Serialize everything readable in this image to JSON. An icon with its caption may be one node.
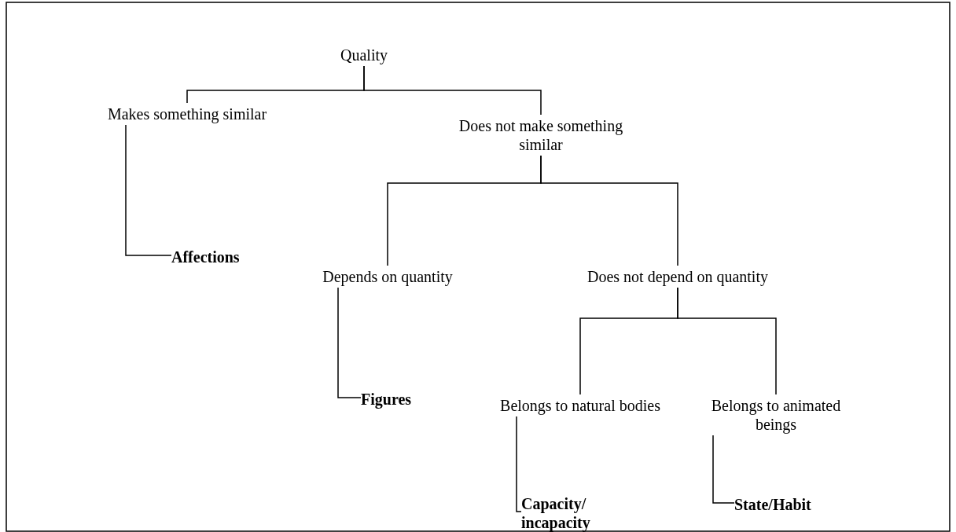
{
  "diagram": {
    "nodes": [
      {
        "text": [
          "Quality"
        ]
      },
      {
        "text": [
          "Makes something similar"
        ]
      },
      {
        "text": [
          "Does not make something similar"
        ]
      },
      {
        "text": [
          "Affections"
        ]
      },
      {
        "text": [
          "Depends on quantity"
        ]
      },
      {
        "text": [
          "Does not depend on quantity"
        ]
      },
      {
        "text": [
          "Figures"
        ]
      },
      {
        "text": [
          "Belongs to natural bodies"
        ]
      },
      {
        "text": [
          "Belongs to animated beings"
        ]
      },
      {
        "text": [
          "Capacity/ incapacity"
        ]
      },
      {
        "text": [
          "State/Habit"
        ]
      }
    ],
    "edges": [
      {
        "from": 0,
        "to": 1,
        "arrow": "none"
      },
      {
        "from": 0,
        "to": 2,
        "arrow": "none"
      },
      {
        "from": 1,
        "to": 3,
        "arrow": "none"
      },
      {
        "from": 2,
        "to": 4,
        "arrow": "none"
      },
      {
        "from": 2,
        "to": 5,
        "arrow": "none"
      },
      {
        "from": 4,
        "to": 6,
        "arrow": "none"
      },
      {
        "from": 5,
        "to": 7,
        "arrow": "none"
      },
      {
        "from": 5,
        "to": 8,
        "arrow": "none"
      },
      {
        "from": 7,
        "to": 9,
        "arrow": "none"
      },
      {
        "from": 8,
        "to": 10,
        "arrow": "none"
      }
    ]
  }
}
